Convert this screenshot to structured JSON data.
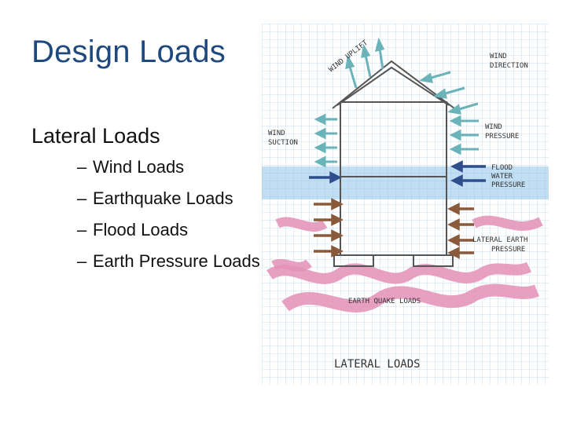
{
  "slide": {
    "title": "Design Loads",
    "heading": "Lateral Loads",
    "items": [
      "Wind Loads",
      "Earthquake Loads",
      "Flood Loads",
      "Earth Pressure Loads"
    ]
  },
  "sketch": {
    "labels": {
      "wind_uplift": "WIND UPLIFT",
      "wind_direction_1": "WIND",
      "wind_direction_2": "DIRECTION",
      "wind_suction_1": "WIND",
      "wind_suction_2": "SUCTION",
      "wind_pressure_1": "WIND",
      "wind_pressure_2": "PRESSURE",
      "flood_1": "FLOOD",
      "flood_2": "WATER",
      "flood_3": "PRESSURE",
      "lateral_earth_1": "LATERAL EARTH",
      "lateral_earth_2": "PRESSURE",
      "earthquake": "EARTH QUAKE LOADS",
      "caption": "LATERAL LOADS"
    },
    "colors": {
      "wind_arrow": "#6ab3b8",
      "flood_arrow": "#2e4f8c",
      "flood_water": "#8fc3e8",
      "earth_arrow": "#8a5a3a",
      "quake_wave": "#e48fb6",
      "grid": "#b9d3ea"
    }
  }
}
